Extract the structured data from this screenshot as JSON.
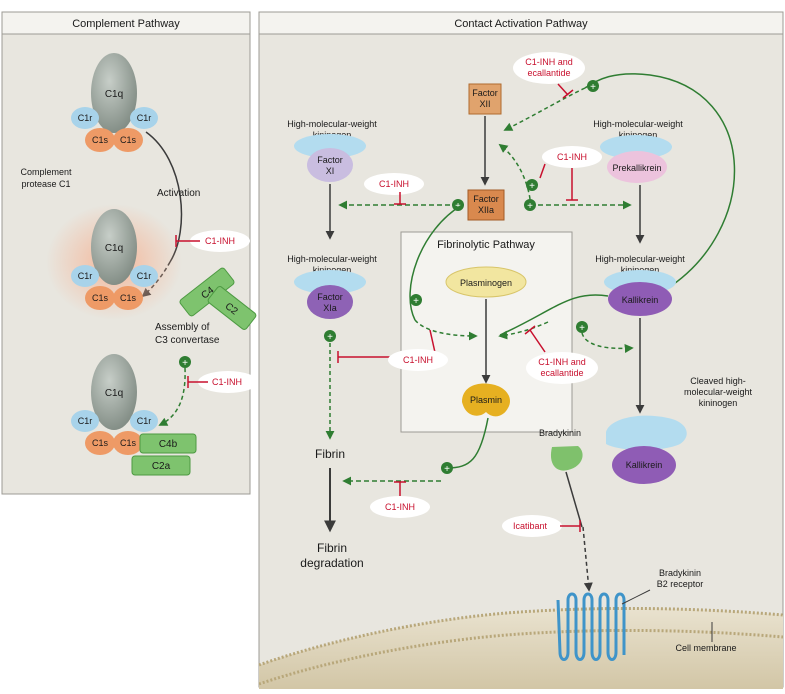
{
  "headers": {
    "complement": "Complement Pathway",
    "contact": "Contact Activation Pathway",
    "fibrinolytic": "Fibrinolytic Pathway"
  },
  "complement": {
    "c1q": "C1q",
    "c1r": "C1r",
    "c1s": "C1s",
    "protease_line1": "Complement",
    "protease_line2": "protease C1",
    "activation": "Activation",
    "c4": "C4",
    "c2": "C2",
    "assembly_line1": "Assembly of",
    "assembly_line2": "C3 convertase",
    "c4b": "C4b",
    "c2a": "C2a"
  },
  "contact": {
    "hmwk_line1": "High-molecular-weight",
    "hmwk_line2": "kininogen",
    "factor": "Factor",
    "xi": "XI",
    "xia": "XIa",
    "xii": "XII",
    "xiia": "XIIa",
    "prekallikrein": "Prekallikrein",
    "kallikrein": "Kallikrein",
    "plasminogen": "Plasminogen",
    "plasmin": "Plasmin",
    "fibrin": "Fibrin",
    "fibrin_deg_line1": "Fibrin",
    "fibrin_deg_line2": "degradation",
    "cleaved_line1": "Cleaved high-",
    "cleaved_line2": "molecular-weight",
    "cleaved_line3": "kininogen",
    "bradykinin": "Bradykinin",
    "b2_line1": "Bradykinin",
    "b2_line2": "B2 receptor",
    "cell_membrane": "Cell membrane"
  },
  "inhibitors": {
    "c1inh": "C1-INH",
    "c1inh_ecal_line1": "C1-INH and",
    "c1inh_ecal_line2": "ecallantide",
    "icatibant": "Icatibant"
  },
  "colors": {
    "panel_bg": "#e8e6df",
    "inner_bg": "#f2f1ec",
    "c1q": "#9aa49c",
    "c1r": "#a8d3ea",
    "c1s": "#ee9a66",
    "green_box": "#7ec36e",
    "factor_box": "#d9894e",
    "hmwk": "#b3dcef",
    "factor_xi": "#c9bde0",
    "factor_xia": "#8e62b5",
    "prekallikrein": "#ecc3dd",
    "kallikrein": "#8f5cb5",
    "plasminogen": "#f2e6a0",
    "plasmin": "#e6b021",
    "bradykinin": "#7fc16c",
    "inhibit_red": "#c8102e",
    "activation_green": "#2f7d32"
  }
}
